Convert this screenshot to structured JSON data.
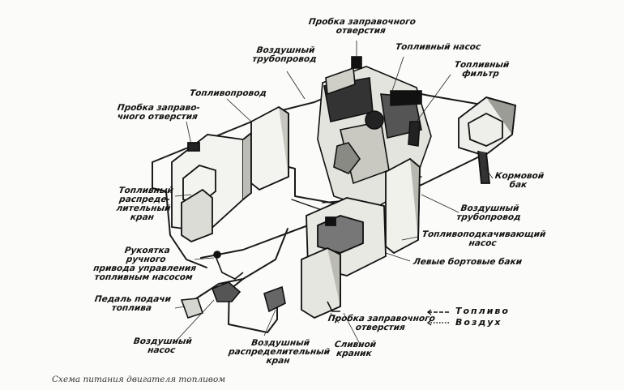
{
  "labels": {
    "filler_cap_top": "Пробка заправочного\nотверстия",
    "fuel_pump": "Топливный насос",
    "fuel_filter": "Топливный\nфильтр",
    "air_pipe_top": "Воздушный\nтрубопровод",
    "fuel_line": "Топливопровод",
    "filler_cap_left": "Пробка заправо-\nчного отверстия",
    "fuel_valve": "Топливный\nраспреде-\nлительный\nкран",
    "stern_tank": "Кормовой\nбак",
    "air_pipe_right": "Воздушный\nтрубопровод",
    "transfer_pump": "Топливоподкачивающий\nнасос",
    "left_side_tanks": "Левые бортовые баки",
    "hand_lever": "Рукоятка\nручного\nпривода управления\nтопливным насосом",
    "fuel_pedal": "Педаль подачи\nтоплива",
    "air_pump": "Воздушный\nнасос",
    "air_valve": "Воздушный\nраспределительный\nкран",
    "filler_cap_bottom": "Пробка заправочного\nотверстия",
    "drain_cock": "Сливной\nкраник"
  },
  "legend": {
    "fuel": "Топливо",
    "air": "Воздух"
  },
  "caption": "Схема питания двигателя топливом"
}
